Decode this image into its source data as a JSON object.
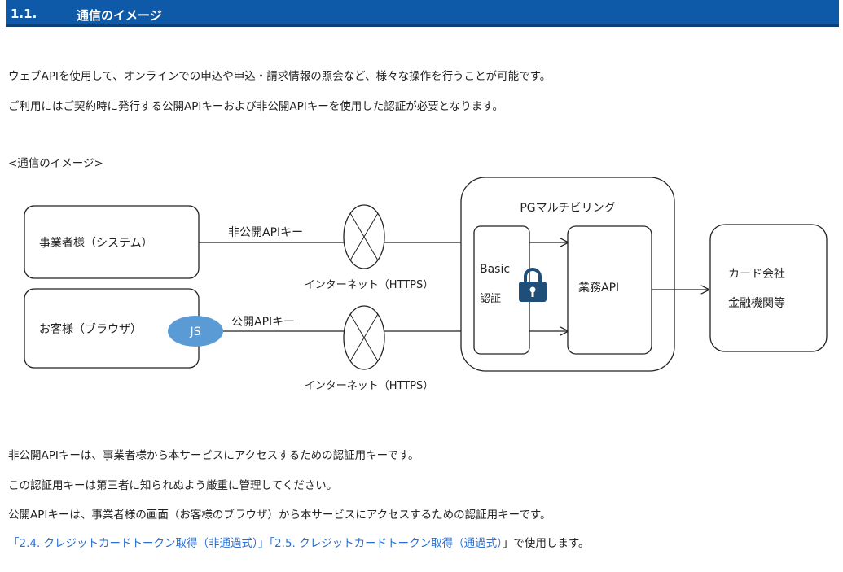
{
  "header": {
    "number": "1.1.",
    "title": "通信のイメージ"
  },
  "intro": {
    "line1": "ウェブAPIを使用して、オンラインでの申込や申込・請求情報の照会など、様々な操作を行うことが可能です。",
    "line2": "ご利用にはご契約時に発行する公開APIキーおよび非公開APIキーを使用した認証が必要となります。"
  },
  "diagram": {
    "caption": "<通信のイメージ>",
    "merchant_label": "事業者様（システム）",
    "customer_label": "お客様（ブラウザ）",
    "js_badge": "JS",
    "private_key_label": "非公開APIキー",
    "public_key_label": "公開APIキー",
    "internet_label_top": "インターネット（HTTPS）",
    "internet_label_bottom": "インターネット（HTTPS）",
    "pg_label": "PGマルチビリング",
    "basic_label": "Basic",
    "auth_label": "認証",
    "business_api_label": "業務API",
    "card_label": "カード会社",
    "finance_label": "金融機関等",
    "lock_icon": "lock-icon",
    "badge_color": "#5b9bd5",
    "lock_color": "#1f4e79"
  },
  "notes": {
    "line1": "非公開APIキーは、事業者様から本サービスにアクセスするための認証用キーです。",
    "line2": "この認証用キーは第三者に知られぬよう厳重に管理してください。",
    "line3": "公開APIキーは、事業者様の画面（お客様のブラウザ）から本サービスにアクセスするための認証用キーです。",
    "link1": "「2.4. クレジットカードトークン取得（非通過式）」",
    "link2": "「2.5. クレジットカードトークン取得（通過式）",
    "close_bracket": "」",
    "tail": "で使用します。"
  }
}
